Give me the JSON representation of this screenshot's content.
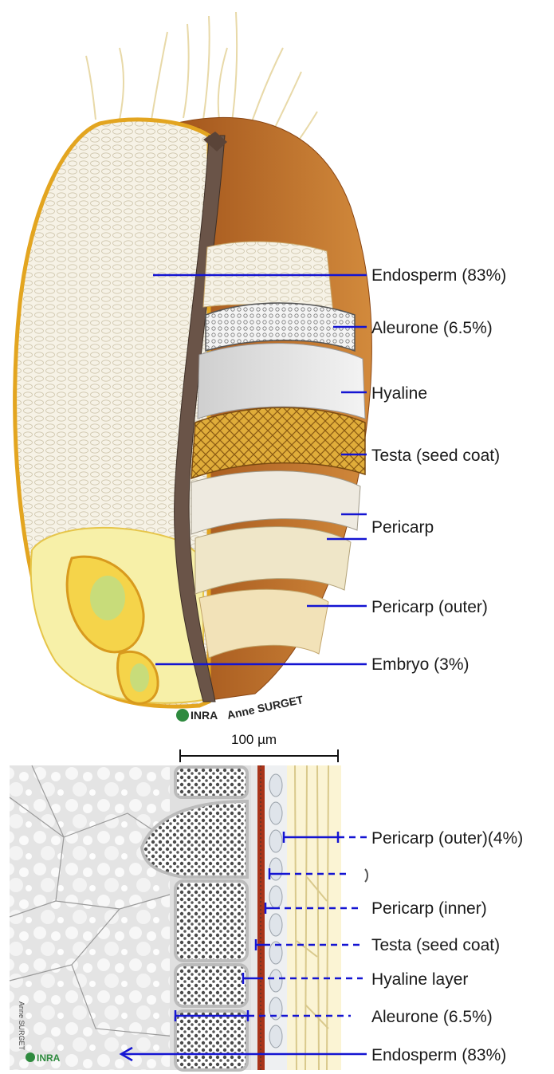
{
  "top_diagram": {
    "labels": [
      {
        "id": "endosperm",
        "text": "Endosperm (83%)"
      },
      {
        "id": "aleurone",
        "text": "Aleurone (6.5%)"
      },
      {
        "id": "hyaline",
        "text": "Hyaline"
      },
      {
        "id": "testa",
        "text": "Testa (seed coat)"
      },
      {
        "id": "pericarp",
        "text": "Pericarp"
      },
      {
        "id": "pericarp-outer",
        "text": "Pericarp (outer)"
      },
      {
        "id": "embryo",
        "text": "Embryo (3%)"
      }
    ],
    "credit": {
      "logo": "INRA",
      "author": "Anne SURGET"
    }
  },
  "bottom_diagram": {
    "scale_bar": "100 µm",
    "labels": [
      {
        "id": "pericarp-outer",
        "text": "Pericarp (outer)(4%)"
      },
      {
        "id": "pericarp-inner",
        "text": "Pericarp (inner)"
      },
      {
        "id": "testa",
        "text": "Testa (seed coat)"
      },
      {
        "id": "hyaline-layer",
        "text": "Hyaline layer"
      },
      {
        "id": "aleurone",
        "text": "Aleurone (6.5%)"
      },
      {
        "id": "endosperm",
        "text": "Endosperm (83%)"
      }
    ],
    "credit": {
      "logo": "INRA",
      "author": "Anne SURGET"
    }
  },
  "colors": {
    "leader": "#1414d2",
    "bran": "#b5651d",
    "testa": "#d9a52c",
    "endosperm": "#f4f1e6",
    "embryo": "#f5e06a",
    "aleurone_dots": "#444444"
  }
}
